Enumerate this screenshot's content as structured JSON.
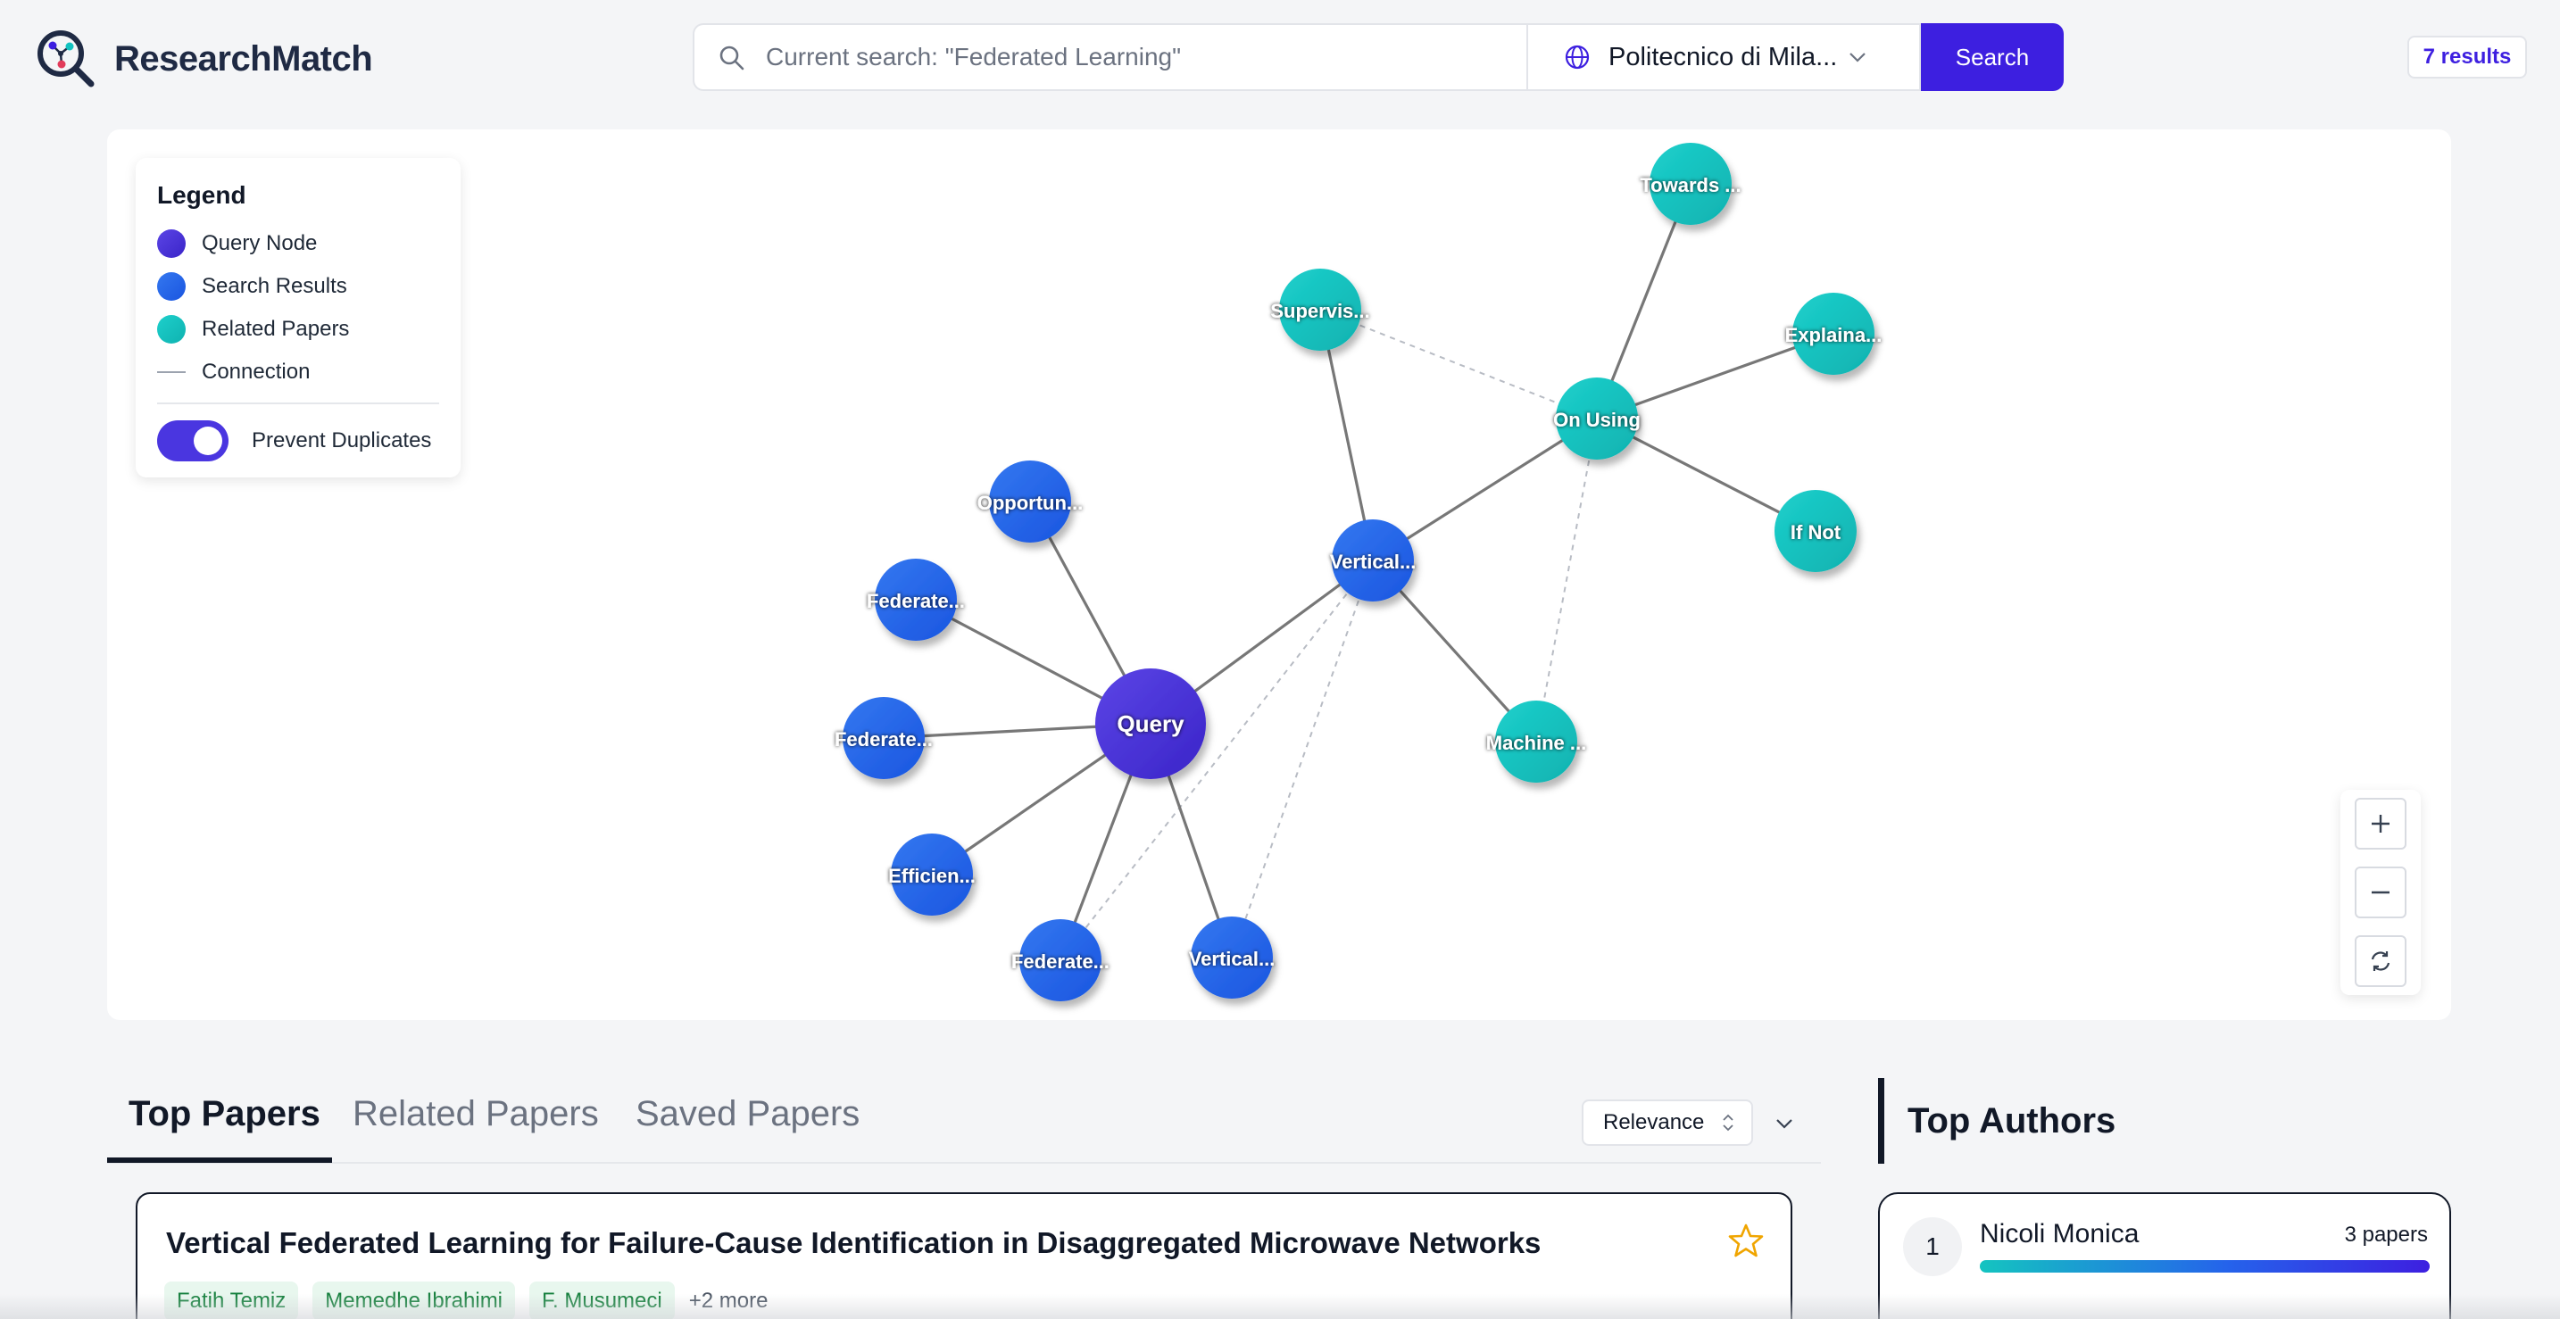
{
  "header": {
    "logo_text": "ResearchMatch",
    "search_placeholder": "Current search: \"Federated Learning\"",
    "university": "Politecnico di Mila...",
    "search_button": "Search",
    "results_badge": "7 results"
  },
  "legend": {
    "title": "Legend",
    "items": [
      "Query Node",
      "Search Results",
      "Related Papers",
      "Connection"
    ],
    "toggle_label": "Prevent Duplicates",
    "toggle_on": true
  },
  "graph": {
    "colors": {
      "query": "#4530d8",
      "result": "#2160e8",
      "related": "#12c2c0",
      "edge": "#777777"
    },
    "nodes": [
      {
        "id": "q",
        "label": "Query",
        "type": "query"
      },
      {
        "id": "n1",
        "label": "Opportun...",
        "type": "result"
      },
      {
        "id": "n2",
        "label": "Federate...",
        "type": "result"
      },
      {
        "id": "n3",
        "label": "Federate...",
        "type": "result"
      },
      {
        "id": "n4",
        "label": "Efficien...",
        "type": "result"
      },
      {
        "id": "n5",
        "label": "Federate...",
        "type": "result"
      },
      {
        "id": "n6",
        "label": "Vertical...",
        "type": "result"
      },
      {
        "id": "n7",
        "label": "Vertical...",
        "type": "result"
      },
      {
        "id": "r1",
        "label": "Supervis...",
        "type": "related"
      },
      {
        "id": "r2",
        "label": "On Using",
        "type": "related"
      },
      {
        "id": "r3",
        "label": "Towards ...",
        "type": "related"
      },
      {
        "id": "r4",
        "label": "Explaina...",
        "type": "related"
      },
      {
        "id": "r5",
        "label": "If Not",
        "type": "related"
      },
      {
        "id": "r6",
        "label": "Machine ...",
        "type": "related"
      }
    ],
    "edges": [
      [
        "q",
        "n1"
      ],
      [
        "q",
        "n2"
      ],
      [
        "q",
        "n3"
      ],
      [
        "q",
        "n4"
      ],
      [
        "q",
        "n5"
      ],
      [
        "q",
        "n6"
      ],
      [
        "q",
        "n7"
      ],
      [
        "n7",
        "r1"
      ],
      [
        "n7",
        "r2"
      ],
      [
        "n7",
        "r6"
      ],
      [
        "r2",
        "r3"
      ],
      [
        "r2",
        "r4"
      ],
      [
        "r2",
        "r5"
      ]
    ],
    "dashed_edges": [
      [
        "n7",
        "n5"
      ],
      [
        "n7",
        "n6"
      ],
      [
        "r1",
        "r2"
      ],
      [
        "r2",
        "r6"
      ]
    ]
  },
  "zoom": {
    "in": "+",
    "out": "−",
    "reset": "reset-icon"
  },
  "tabs": [
    {
      "label": "Top Papers",
      "active": true
    },
    {
      "label": "Related Papers",
      "active": false
    },
    {
      "label": "Saved Papers",
      "active": false
    }
  ],
  "sort": {
    "value": "Relevance"
  },
  "paper": {
    "title": "Vertical Federated Learning for Failure-Cause Identification in Disaggregated Microwave Networks",
    "authors": [
      "Fatih Temiz",
      "Memedhe Ibrahimi",
      "F. Musumeci"
    ],
    "more": "+2 more"
  },
  "top_authors": {
    "heading": "Top Authors",
    "items": [
      {
        "rank": "1",
        "name": "Nicoli Monica",
        "count": "3 papers"
      }
    ]
  }
}
